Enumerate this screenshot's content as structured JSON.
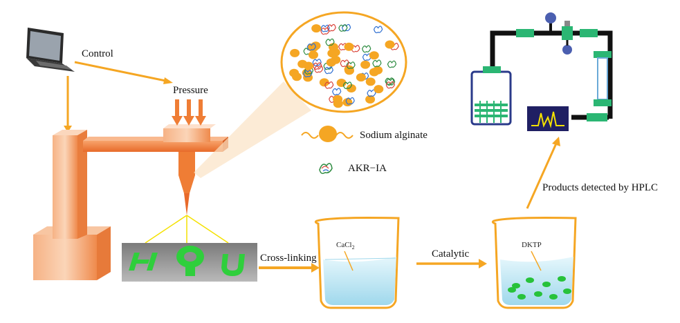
{
  "labels": {
    "control": "Control",
    "pressure": "Pressure",
    "sodium_alginate": "Sodium alginate",
    "akr_ia": "AKR−IA",
    "cross_linking": "Cross-linking",
    "catalytic": "Catalytic",
    "products_detected": "Products detected by HPLC",
    "cacl2_base": "CaCl",
    "cacl2_sub": "2",
    "dktp": "DKTP"
  },
  "colors": {
    "orange": "#f5a623",
    "printer_orange": "#ef7d35",
    "green": "#27c23a",
    "pipe": "#111111",
    "hplc_green": "#2bb673",
    "beaker_liquid": "#bfe6f3"
  }
}
